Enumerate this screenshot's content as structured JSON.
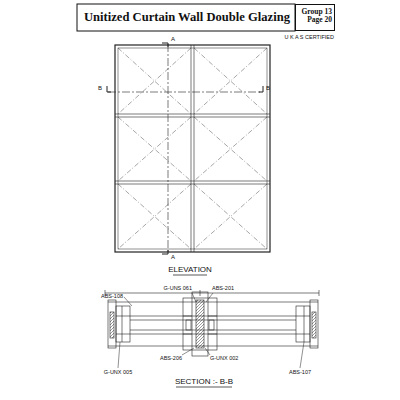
{
  "diagram": {
    "title": "Unitized Curtain Wall  Double Glazing",
    "nodes": [
      {
        "text": [
          "Group 13 Page 20"
        ]
      }
    ],
    "edges": [],
    "labels": [
      "U K A S CERTIFIED",
      "A",
      "B",
      "B",
      "A",
      "ELEVATION",
      "ABS-108",
      "G-UNS 061",
      "ABS-201",
      "G-UNX 005",
      "ABS-206",
      "G-UNX 002",
      "ABS-107",
      "SECTION :- B-B"
    ]
  }
}
